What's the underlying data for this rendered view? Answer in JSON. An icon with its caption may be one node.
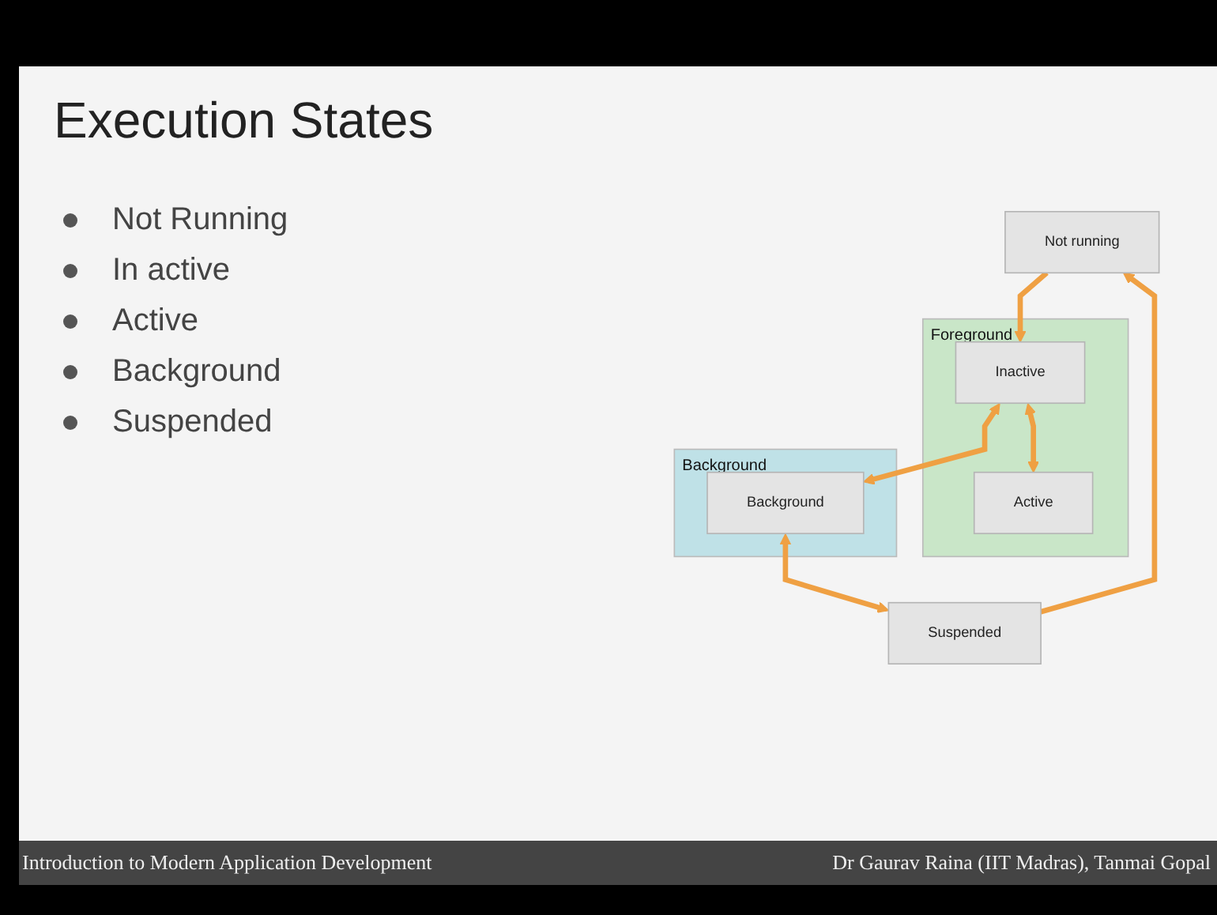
{
  "diagram": {
    "title": "Execution States",
    "nodes": [
      {
        "text": [
          "Not running"
        ]
      },
      {
        "text": [
          "Foreground"
        ]
      },
      {
        "text": [
          "Inactive"
        ],
        "in": 1
      },
      {
        "text": [
          "Active"
        ],
        "in": 1
      },
      {
        "text": [
          "Background"
        ]
      },
      {
        "text": [
          "Background"
        ],
        "in": 4
      },
      {
        "text": [
          "Suspended"
        ]
      }
    ],
    "edges": [
      {
        "from": 0,
        "to": 2,
        "arrow": "to"
      },
      {
        "from": 2,
        "to": 3,
        "arrow": "both"
      },
      {
        "from": 2,
        "to": 5,
        "arrow": "both"
      },
      {
        "from": 5,
        "to": 6,
        "arrow": "both"
      },
      {
        "from": 6,
        "to": 0,
        "arrow": "to"
      }
    ],
    "labels": [
      "Not Running",
      "In active",
      "Active",
      "Background",
      "Suspended",
      "Introduction to Modern Application Development",
      "Dr Gaurav Raina (IIT Madras), Tanmai Gopal"
    ]
  }
}
